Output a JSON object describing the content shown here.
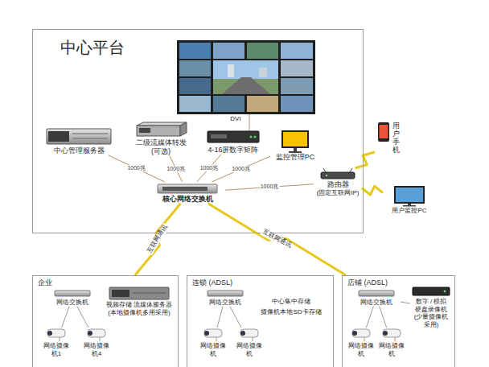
{
  "diagram": {
    "nodes": [
      {
        "text": [
          "中心平台"
        ]
      },
      {
        "text": [
          "中心管理服务器"
        ],
        "in": 0
      },
      {
        "text": [
          "二级流媒体转发 (可选)"
        ],
        "in": 0
      },
      {
        "text": [
          "4-16屏数字矩阵"
        ],
        "in": 0
      },
      {
        "text": [
          "监控管理PC"
        ],
        "in": 0
      },
      {
        "text": [
          "核心网络交换机"
        ],
        "in": 0
      },
      {
        "text": [
          "路由器",
          "(固定互联网IP)"
        ],
        "in": 0
      },
      {
        "text": [
          "用户手机"
        ]
      },
      {
        "text": [
          "用户监控PC"
        ]
      },
      {
        "text": [
          "企业"
        ]
      },
      {
        "text": [
          "网络交换机"
        ],
        "in": 9
      },
      {
        "text": [
          "视频存储 流媒体服务器 (本地摄像机多用采用)"
        ],
        "in": 9
      },
      {
        "text": [
          "网络摄像机1"
        ],
        "in": 9
      },
      {
        "text": [
          "网络摄像机4"
        ],
        "in": 9
      },
      {
        "text": [
          "连锁 (ADSL)"
        ]
      },
      {
        "text": [
          "网络交换机"
        ],
        "in": 14
      },
      {
        "text": [
          "网络摄像机"
        ],
        "in": 14
      },
      {
        "text": [
          "网络摄像机"
        ],
        "in": 14
      },
      {
        "text": [
          "店铺 (ADSL)"
        ]
      },
      {
        "text": [
          "网络交换机"
        ],
        "in": 18
      },
      {
        "text": [
          "数字 / 模拟 硬盘录像机 (少量摄像机采用)"
        ],
        "in": 18
      },
      {
        "text": [
          "网络摄像机"
        ],
        "in": 18
      },
      {
        "text": [
          "网络摄像机"
        ],
        "in": 18
      }
    ],
    "edges": [
      {
        "from": 1,
        "to": 5,
        "arrow": "none",
        "label": "1000兆"
      },
      {
        "from": 2,
        "to": 5,
        "arrow": "none",
        "label": "1000兆"
      },
      {
        "from": 3,
        "to": 5,
        "arrow": "none",
        "label": "1000兆"
      },
      {
        "from": 4,
        "to": 5,
        "arrow": "none",
        "label": "1000兆"
      },
      {
        "from": 6,
        "to": 5,
        "arrow": "none",
        "label": "1000兆"
      },
      {
        "from": 6,
        "to": 7,
        "arrow": "none"
      },
      {
        "from": 6,
        "to": 8,
        "arrow": "none"
      },
      {
        "from": 5,
        "to": 9,
        "arrow": "none",
        "label": "互联网通讯"
      },
      {
        "from": 5,
        "to": 18,
        "arrow": "none",
        "label": "互联网通讯"
      },
      {
        "from": 10,
        "to": 12,
        "arrow": "none"
      },
      {
        "from": 10,
        "to": 13,
        "arrow": "none"
      },
      {
        "from": 15,
        "to": 16,
        "arrow": "none"
      },
      {
        "from": 15,
        "to": 17,
        "arrow": "none"
      },
      {
        "from": 19,
        "to": 21,
        "arrow": "none"
      },
      {
        "from": 19,
        "to": 22,
        "arrow": "none"
      },
      {
        "from": 19,
        "to": 20,
        "arrow": "none"
      }
    ],
    "labels": [
      "DVI",
      "中心集中存储",
      "摄像机本地SD卡存储"
    ]
  }
}
